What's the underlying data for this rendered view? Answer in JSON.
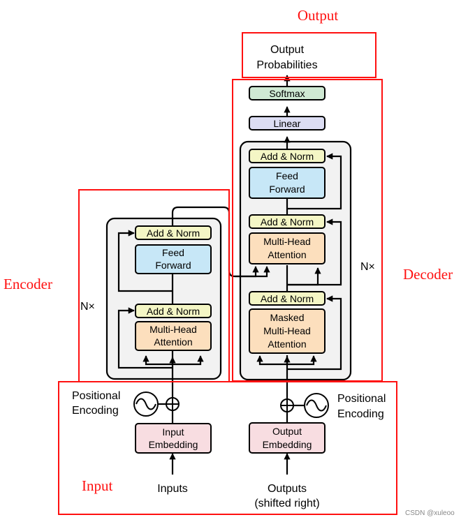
{
  "labels": {
    "output": "Output",
    "encoder": "Encoder",
    "decoder": "Decoder",
    "input": "Input",
    "nx": "N×",
    "output_probabilities": [
      "Output",
      "Probabilities"
    ],
    "positional_encoding": [
      "Positional",
      "Encoding"
    ],
    "inputs": "Inputs",
    "outputs": [
      "Outputs",
      "(shifted right)"
    ]
  },
  "blocks": {
    "add_norm": "Add & Norm",
    "feed_forward": [
      "Feed",
      "Forward"
    ],
    "multi_head_attention": [
      "Multi-Head",
      "Attention"
    ],
    "masked_multi_head_attention": [
      "Masked",
      "Multi-Head",
      "Attention"
    ],
    "input_embedding": [
      "Input",
      "Embedding"
    ],
    "output_embedding": [
      "Output",
      "Embedding"
    ],
    "linear": "Linear",
    "softmax": "Softmax"
  },
  "watermark": "CSDN @xuleoo",
  "colors": {
    "annotation_red": "#ff1010",
    "add_norm": "#f4f6c5",
    "feed_forward": "#c7e7f7",
    "attention": "#fcdfbd",
    "embedding": "#f8dde1",
    "linear": "#dcddf3",
    "softmax": "#cfe9d3",
    "layer_stack": "#f2f2f2"
  }
}
